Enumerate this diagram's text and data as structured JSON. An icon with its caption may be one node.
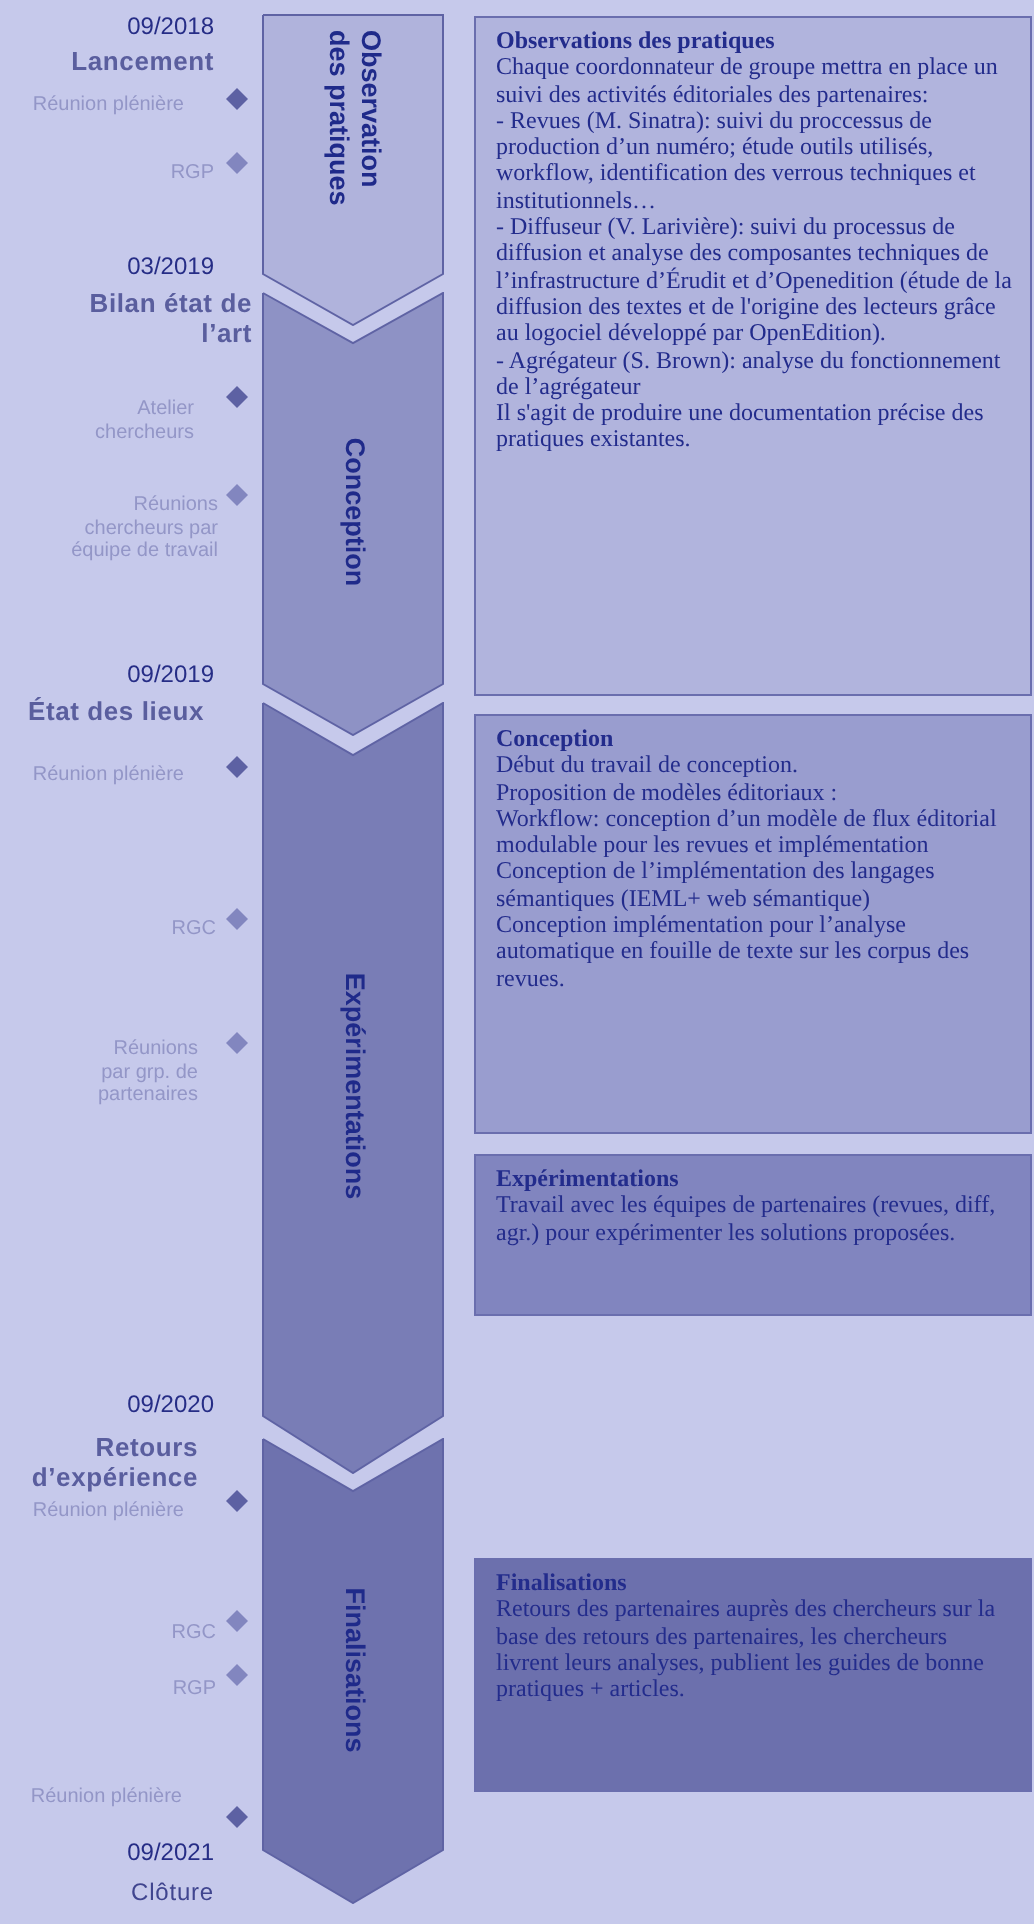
{
  "diagram": {
    "nodes": [
      {
        "text": [
          "Observation des pratiques"
        ]
      },
      {
        "text": [
          "Conception"
        ]
      },
      {
        "text": [
          "Expérimentations"
        ]
      },
      {
        "text": [
          "Finalisations"
        ]
      },
      {
        "text": [
          "Observations des pratiques",
          "Chaque coordonnateur de groupe mettra en place un suivi des activités éditoriales des partenaires:",
          "- Revues (M. Sinatra): suivi du proccessus de production d’un numéro; étude outils utilisés, workflow, identification des verrous techniques et institutionnels…",
          "- Diffuseur (V. Larivière): suivi du processus de diffusion et analyse des composantes techniques de l’infrastructure d’Érudit et d’Openedition (étude de la diffusion des textes et de l'origine des lecteurs grâce au logociel développé par OpenEdition).",
          "- Agrégateur (S. Brown): analyse du fonctionnement de l’agrégateur",
          "Il s'agit de produire une documentation précise des pratiques existantes."
        ]
      },
      {
        "text": [
          "Conception",
          "Début du travail de conception.",
          "Proposition de modèles éditoriaux :",
          "Workflow: conception d’un modèle de flux éditorial modulable pour les revues et implémentation",
          "Conception de l’implémentation des langages sémantiques (IEML+ web sémantique)",
          "Conception implémentation pour l’analyse automatique en fouille de texte sur les corpus des revues."
        ]
      },
      {
        "text": [
          "Expérimentations",
          "Travail avec les équipes de partenaires (revues, diff, agr.) pour expérimenter les solutions proposées."
        ]
      },
      {
        "text": [
          "Finalisations",
          "Retours des partenaires auprès des chercheurs sur la base des retours des partenaires, les chercheurs livrent leurs analyses, publient les guides de bonne pratiques + articles."
        ]
      }
    ],
    "labels": [
      "09/2018",
      "Lancement",
      "Réunion plénière",
      "RGP",
      "03/2019",
      "Bilan état de l’art",
      "Atelier chercheurs",
      "Réunions chercheurs par équipe de travail",
      "09/2019",
      "État des lieux",
      "Réunion plénière",
      "RGC",
      "Réunions par grp. de partenaires",
      "09/2020",
      "Retours d’expérience",
      "Réunion plénière",
      "RGC",
      "RGP",
      "Réunion plénière",
      "09/2021",
      "Clôture"
    ]
  }
}
